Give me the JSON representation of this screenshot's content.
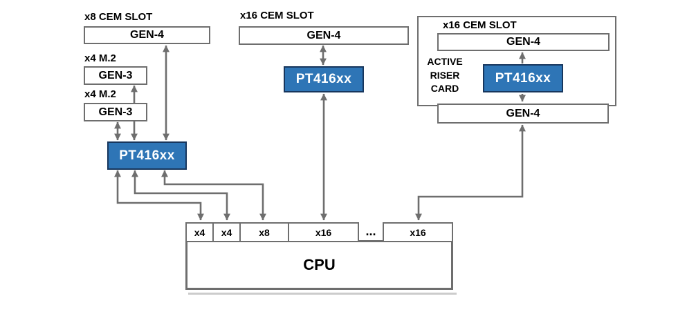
{
  "left_group": {
    "slot_label": "x8 CEM SLOT",
    "slot_gen": "GEN-4",
    "m2_top_label": "x4 M.2",
    "m2_top_gen": "GEN-3",
    "m2_bottom_label": "x4 M.2",
    "m2_bottom_gen": "GEN-3",
    "retimer": "PT416xx"
  },
  "middle_group": {
    "slot_label": "x16 CEM SLOT",
    "slot_gen": "GEN-4",
    "retimer": "PT416xx"
  },
  "riser_group": {
    "slot_label": "x16 CEM SLOT",
    "slot_gen_top": "GEN-4",
    "card_label_lines": [
      "ACTIVE",
      "RISER",
      "CARD"
    ],
    "retimer": "PT416xx",
    "slot_gen_bottom": "GEN-4"
  },
  "cpu": {
    "label": "CPU",
    "ports": [
      "x4",
      "x4",
      "x8",
      "x16",
      "x16"
    ],
    "ellipsis": "..."
  },
  "colors": {
    "retimer_fill": "#2E75B6",
    "retimer_border": "#17365D",
    "retimer_text": "#FFFFFF",
    "box_border": "#6E6E6E",
    "connector": "#6E6E6E",
    "label_text": "#000000",
    "background": "#FFFFFF"
  }
}
